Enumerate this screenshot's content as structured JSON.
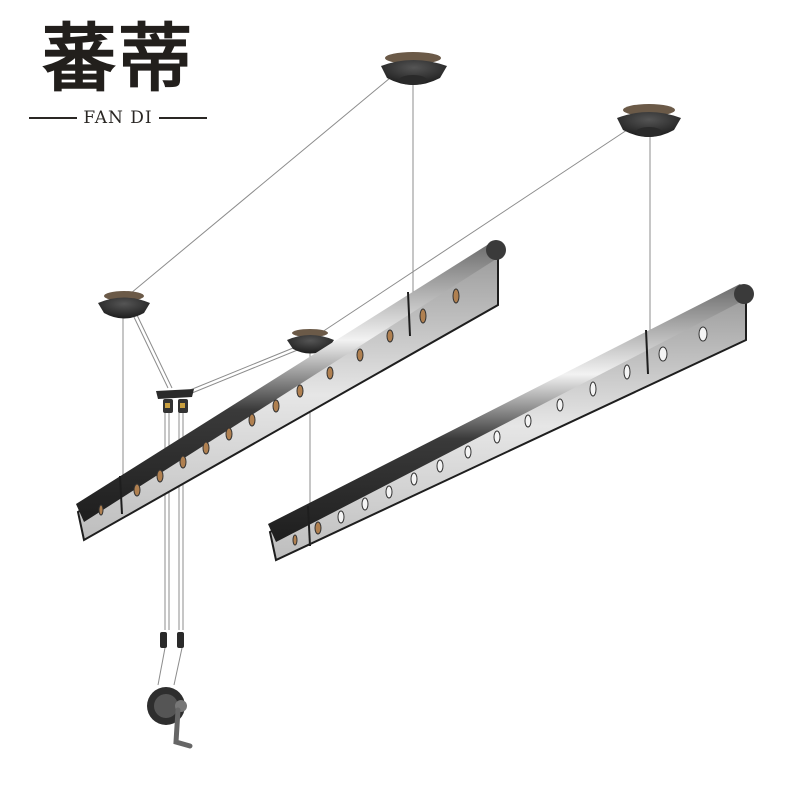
{
  "brand": {
    "name_cn": "蕃蒂",
    "name_en": "FAN DI"
  },
  "product": {
    "description": "Ceiling-mounted hand-crank double-pole clothes drying rack",
    "colors": {
      "rail_dark": "#2b2b2b",
      "rail_silver": "#c9c9c9",
      "hole_accent": "#b08050",
      "cable": "#8a8a8a"
    }
  }
}
